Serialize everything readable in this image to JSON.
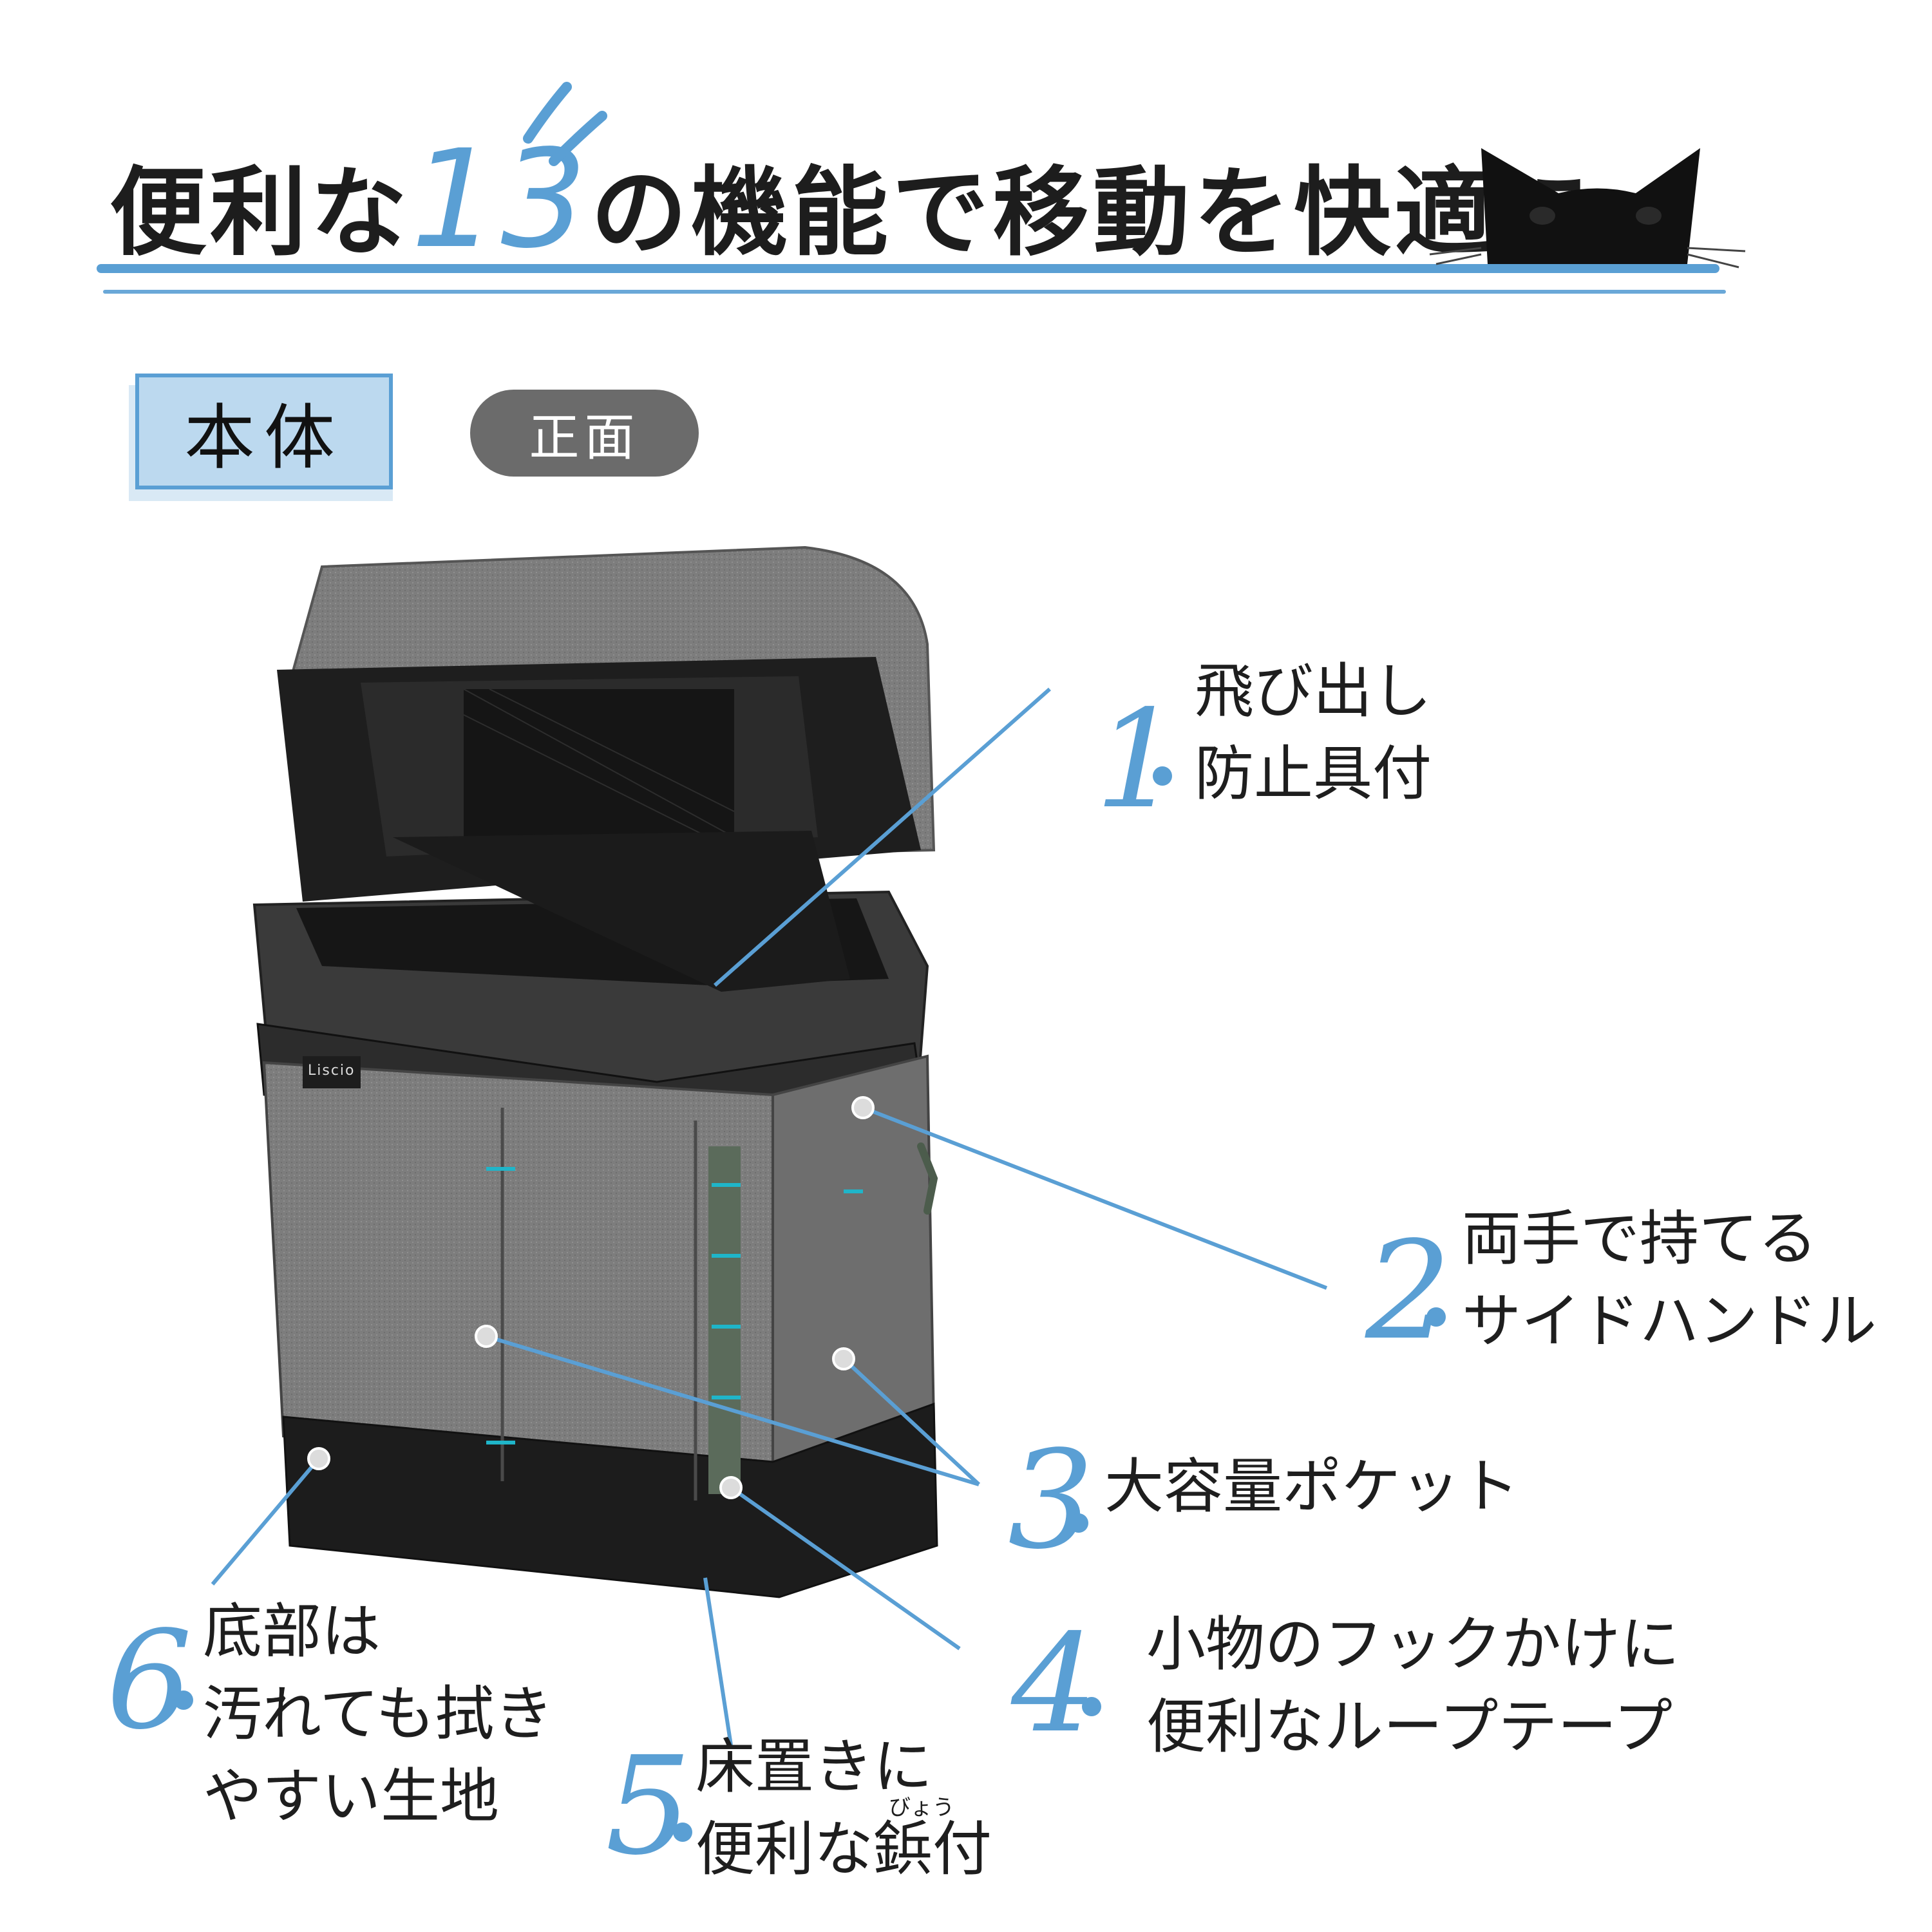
{
  "header": {
    "title_pre": "便利な",
    "title_num": "13",
    "title_post": "の機能で移動を快適に",
    "accent_color": "#5a9fd4",
    "mascot_icon": "black-cat-peeking-icon"
  },
  "tags": {
    "main": "本体",
    "view": "正面"
  },
  "product": {
    "logo": "Liscio"
  },
  "features": [
    {
      "num": "1",
      "lines": [
        "飛び出し",
        "防止具付"
      ]
    },
    {
      "num": "2",
      "lines": [
        "両手で持てる",
        "サイドハンドル"
      ]
    },
    {
      "num": "3",
      "lines": [
        "大容量ポケット"
      ]
    },
    {
      "num": "4",
      "lines": [
        "小物のフックかけに",
        "便利なループテープ"
      ]
    },
    {
      "num": "5",
      "lines": [
        "床置きに",
        "便利な鋲付"
      ],
      "ruby": "びょう"
    },
    {
      "num": "6",
      "lines": [
        "底部は",
        "汚れても拭き",
        "やすい生地"
      ]
    }
  ]
}
